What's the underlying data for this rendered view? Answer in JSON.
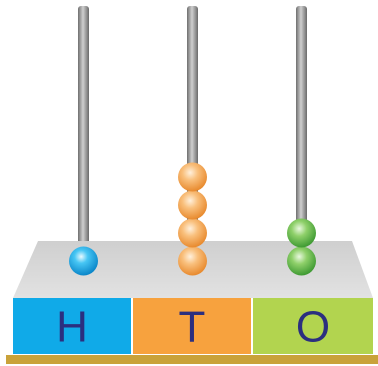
{
  "abacus": {
    "columns": [
      {
        "label": "H",
        "color": "#10aae8",
        "bead_count": 1,
        "bead_color": "blue"
      },
      {
        "label": "T",
        "color": "#f7a23e",
        "bead_count": 4,
        "bead_color": "orange"
      },
      {
        "label": "O",
        "color": "#b2d44f",
        "bead_count": 2,
        "bead_color": "green"
      }
    ],
    "colors": {
      "rod": "#8a8a8a",
      "base_top": "#d9d9d9",
      "bottom_strip": "#c9a23a"
    }
  }
}
